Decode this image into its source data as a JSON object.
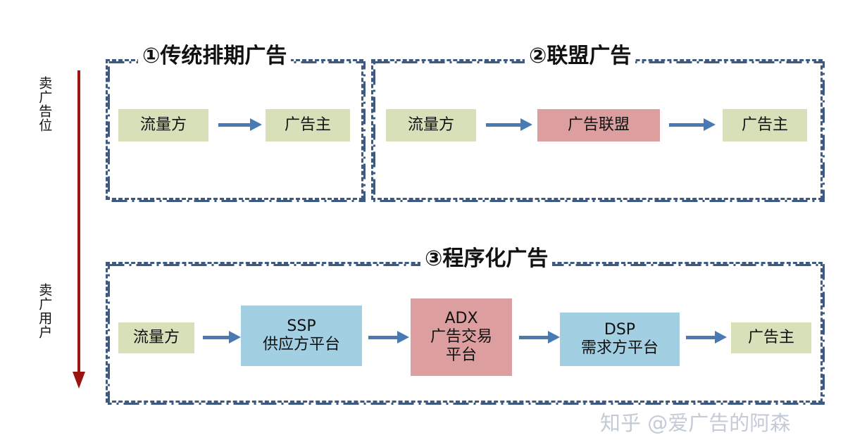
{
  "axis": {
    "arrow_icon": "down-arrow-icon",
    "top_label": "卖广告位",
    "bottom_label": "卖广用户",
    "arrow_color": "#9c1410"
  },
  "colors": {
    "green_box": "#d7e0b9",
    "pink_box": "#dc9e9e",
    "blue_box": "#a2d0e2",
    "arrow_blue": "#4a7ab4",
    "panel_border": "#3e5a80",
    "watermark": "#b9c3d1"
  },
  "panels": [
    {
      "id": "traditional",
      "title": "①传统排期广告",
      "nodes": [
        {
          "name": "publisher",
          "lines": [
            "流量方"
          ],
          "color": "green"
        },
        {
          "name": "advertiser",
          "lines": [
            "广告主"
          ],
          "color": "green"
        }
      ]
    },
    {
      "id": "ad-network",
      "title": "②联盟广告",
      "nodes": [
        {
          "name": "publisher",
          "lines": [
            "流量方"
          ],
          "color": "green"
        },
        {
          "name": "ad-alliance",
          "lines": [
            "广告联盟"
          ],
          "color": "pink"
        },
        {
          "name": "advertiser",
          "lines": [
            "广告主"
          ],
          "color": "green"
        }
      ]
    },
    {
      "id": "programmatic",
      "title": "③程序化广告",
      "nodes": [
        {
          "name": "publisher",
          "lines": [
            "流量方"
          ],
          "color": "green"
        },
        {
          "name": "ssp",
          "lines": [
            "SSP",
            "供应方平台"
          ],
          "color": "blue"
        },
        {
          "name": "adx",
          "lines": [
            "ADX",
            "广告交易",
            "平台"
          ],
          "color": "pink"
        },
        {
          "name": "dsp",
          "lines": [
            "DSP",
            "需求方平台"
          ],
          "color": "blue"
        },
        {
          "name": "advertiser",
          "lines": [
            "广告主"
          ],
          "color": "green"
        }
      ]
    }
  ],
  "watermark": "知乎 @爱广告的阿森"
}
